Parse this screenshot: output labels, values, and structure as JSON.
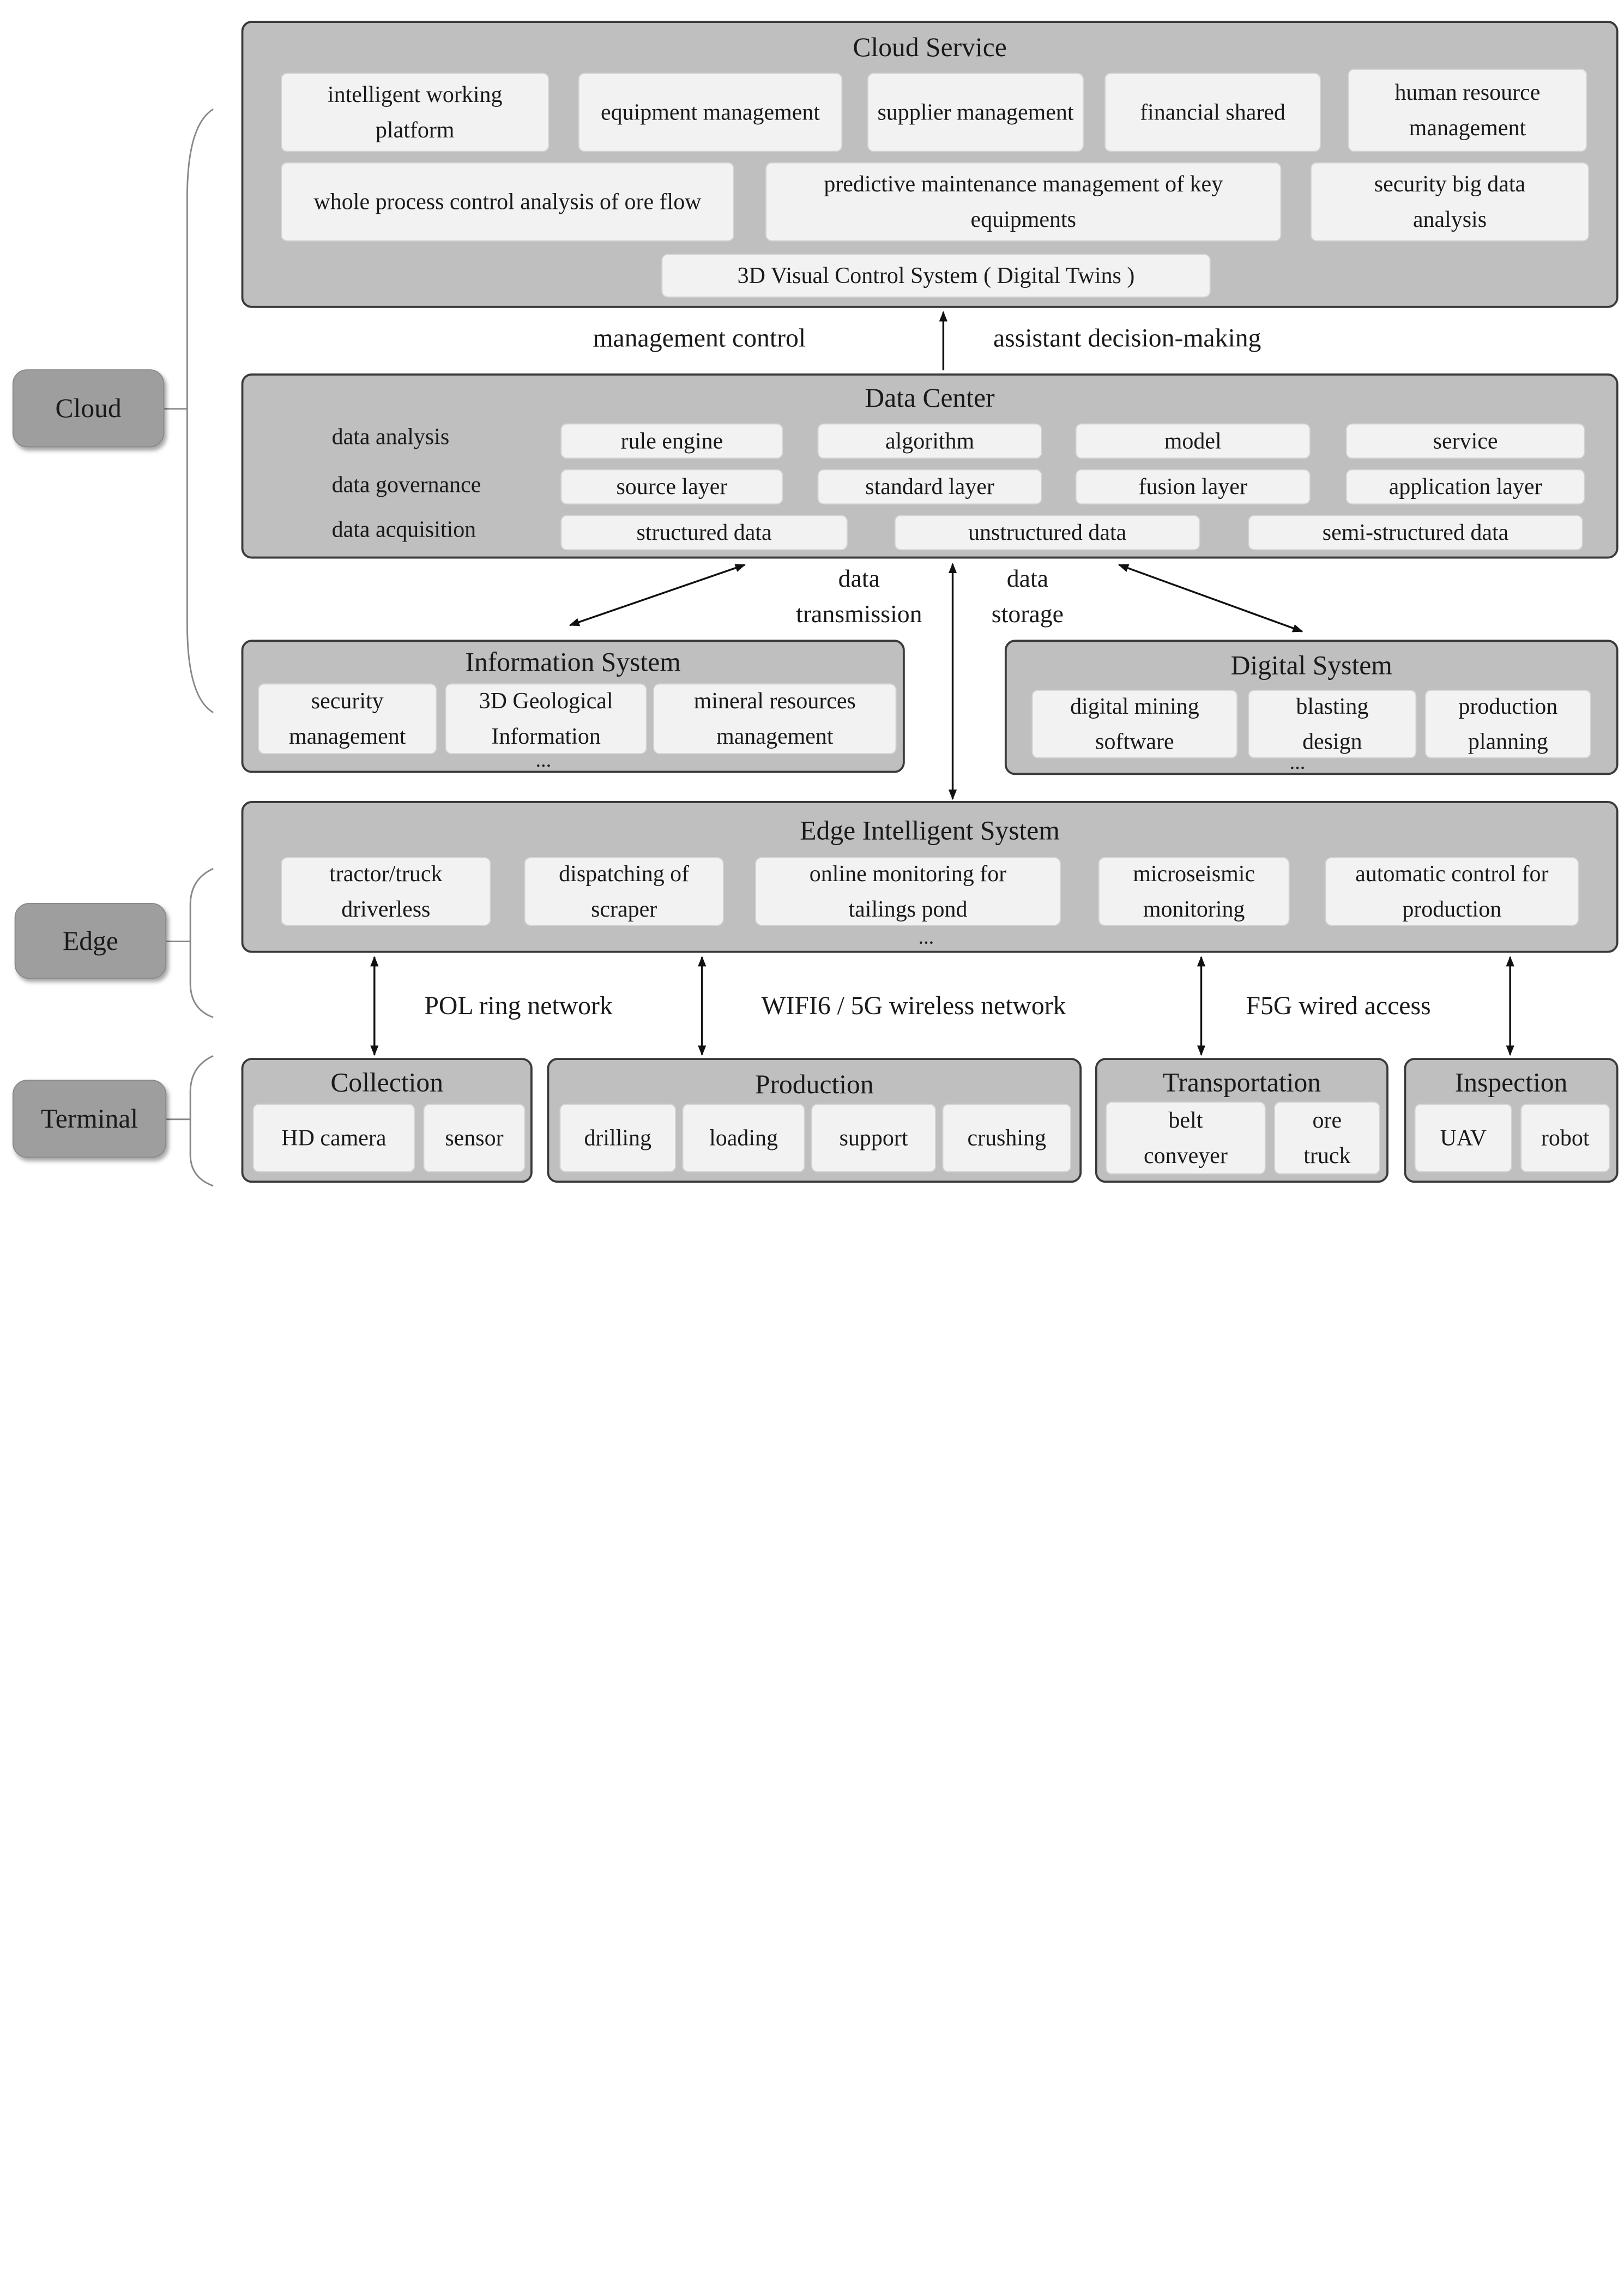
{
  "side_tags": {
    "cloud": "Cloud",
    "edge": "Edge",
    "terminal": "Terminal"
  },
  "cloud_service": {
    "title": "Cloud Service",
    "row1": [
      "intelligent working platform",
      "equipment management",
      "supplier management",
      "financial shared",
      "human resource management"
    ],
    "row2": [
      "whole process control analysis of ore flow",
      "predictive maintenance management of key equipments",
      "security big data analysis"
    ],
    "row3": "3D Visual Control System ( Digital Twins )"
  },
  "flow_labels": {
    "management_control": "management control",
    "assistant_decision": "assistant decision-making",
    "data_transmission": "data transmission",
    "data_storage": "data storage"
  },
  "data_center": {
    "title": "Data Center",
    "levels": [
      "data analysis",
      "data governance",
      "data acquisition"
    ],
    "analysis_items": [
      "rule engine",
      "algorithm",
      "model",
      "service"
    ],
    "governance_items": [
      "source layer",
      "standard layer",
      "fusion layer",
      "application layer"
    ],
    "acquisition_items": [
      "structured data",
      "unstructured data",
      "semi-structured data"
    ]
  },
  "information_system": {
    "title": "Information System",
    "items": [
      "security management",
      "3D Geological Information",
      "mineral resources management"
    ],
    "more": "..."
  },
  "digital_system": {
    "title": "Digital System",
    "items": [
      "digital mining software",
      "blasting design",
      "production planning"
    ],
    "more": "..."
  },
  "edge_system": {
    "title": "Edge Intelligent System",
    "items": [
      "tractor/truck driverless",
      "dispatching of scraper",
      "online monitoring for tailings pond",
      "microseismic monitoring",
      "automatic control for production"
    ],
    "more": "..."
  },
  "network_labels": {
    "pol": "POL ring network",
    "wifi": "WIFI6 / 5G wireless network",
    "f5g": "F5G wired access"
  },
  "terminal_groups": {
    "collection": {
      "title": "Collection",
      "items": [
        "HD camera",
        "sensor"
      ]
    },
    "production": {
      "title": "Production",
      "items": [
        "drilling",
        "loading",
        "support",
        "crushing"
      ]
    },
    "transportation": {
      "title": "Transportation",
      "items": [
        "belt conveyer",
        "ore truck"
      ]
    },
    "inspection": {
      "title": "Inspection",
      "items": [
        "UAV",
        "robot"
      ]
    }
  },
  "colors": {
    "panel_fill": "#bfbfbf",
    "item_fill": "#f2f2f2",
    "tag_fill": "#9e9e9e",
    "stroke": "#3a3a3a"
  }
}
